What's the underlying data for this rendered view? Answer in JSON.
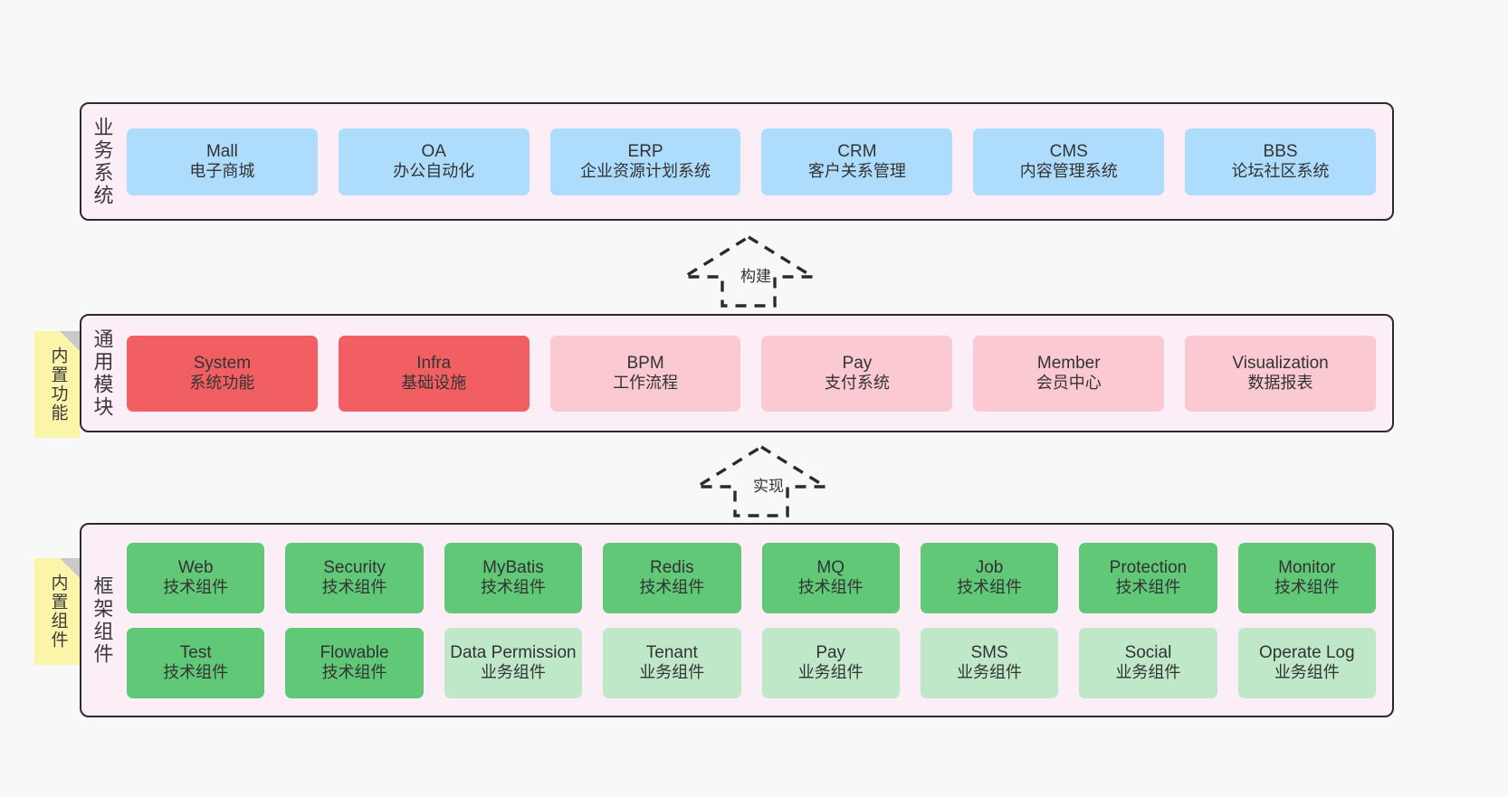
{
  "diagram": {
    "layers": [
      {
        "id": "business",
        "title": "业务系统",
        "rows": [
          {
            "cells": [
              {
                "name": "Mall",
                "sub": "电子商城",
                "color": "c-blue"
              },
              {
                "name": "OA",
                "sub": "办公自动化",
                "color": "c-blue"
              },
              {
                "name": "ERP",
                "sub": "企业资源计划系统",
                "color": "c-blue"
              },
              {
                "name": "CRM",
                "sub": "客户关系管理",
                "color": "c-blue"
              },
              {
                "name": "CMS",
                "sub": "内容管理系统",
                "color": "c-blue"
              },
              {
                "name": "BBS",
                "sub": "论坛社区系统",
                "color": "c-blue"
              }
            ]
          }
        ]
      },
      {
        "id": "modules",
        "title": "通用模块",
        "rows": [
          {
            "cells": [
              {
                "name": "System",
                "sub": "系统功能",
                "color": "c-red"
              },
              {
                "name": "Infra",
                "sub": "基础设施",
                "color": "c-red"
              },
              {
                "name": "BPM",
                "sub": "工作流程",
                "color": "c-pink"
              },
              {
                "name": "Pay",
                "sub": "支付系统",
                "color": "c-pink"
              },
              {
                "name": "Member",
                "sub": "会员中心",
                "color": "c-pink"
              },
              {
                "name": "Visualization",
                "sub": "数据报表",
                "color": "c-pink"
              }
            ]
          }
        ]
      },
      {
        "id": "frame",
        "title": "框架组件",
        "rows": [
          {
            "cells": [
              {
                "name": "Web",
                "sub": "技术组件",
                "color": "c-green"
              },
              {
                "name": "Security",
                "sub": "技术组件",
                "color": "c-green"
              },
              {
                "name": "MyBatis",
                "sub": "技术组件",
                "color": "c-green"
              },
              {
                "name": "Redis",
                "sub": "技术组件",
                "color": "c-green"
              },
              {
                "name": "MQ",
                "sub": "技术组件",
                "color": "c-green"
              },
              {
                "name": "Job",
                "sub": "技术组件",
                "color": "c-green"
              },
              {
                "name": "Protection",
                "sub": "技术组件",
                "color": "c-green"
              },
              {
                "name": "Monitor",
                "sub": "技术组件",
                "color": "c-green"
              }
            ]
          },
          {
            "cells": [
              {
                "name": "Test",
                "sub": "技术组件",
                "color": "c-green"
              },
              {
                "name": "Flowable",
                "sub": "技术组件",
                "color": "c-green"
              },
              {
                "name": "Data Permission",
                "sub": "业务组件",
                "color": "c-lightgreen"
              },
              {
                "name": "Tenant",
                "sub": "业务组件",
                "color": "c-lightgreen"
              },
              {
                "name": "Pay",
                "sub": "业务组件",
                "color": "c-lightgreen"
              },
              {
                "name": "SMS",
                "sub": "业务组件",
                "color": "c-lightgreen"
              },
              {
                "name": "Social",
                "sub": "业务组件",
                "color": "c-lightgreen"
              },
              {
                "name": "Operate Log",
                "sub": "业务组件",
                "color": "c-lightgreen"
              }
            ]
          }
        ]
      }
    ],
    "stickies": [
      {
        "id": "functions",
        "label": "内置功能"
      },
      {
        "id": "components",
        "label": "内置组件"
      }
    ],
    "arrows": [
      {
        "id": "build",
        "label": "构建"
      },
      {
        "id": "implement",
        "label": "实现"
      }
    ],
    "colors": {
      "panel_background": "#fbeef6",
      "panel_border": "#2b2b2b",
      "page_background": "#f8f8f8",
      "blue": "#ADDCFC",
      "red": "#F25F63",
      "pink": "#FBC9D2",
      "green": "#61C877",
      "light_green": "#BFE8C8",
      "sticky_yellow": "#FAF5A8",
      "sticky_fold": "#c9c9c9",
      "text": "#333333"
    }
  }
}
